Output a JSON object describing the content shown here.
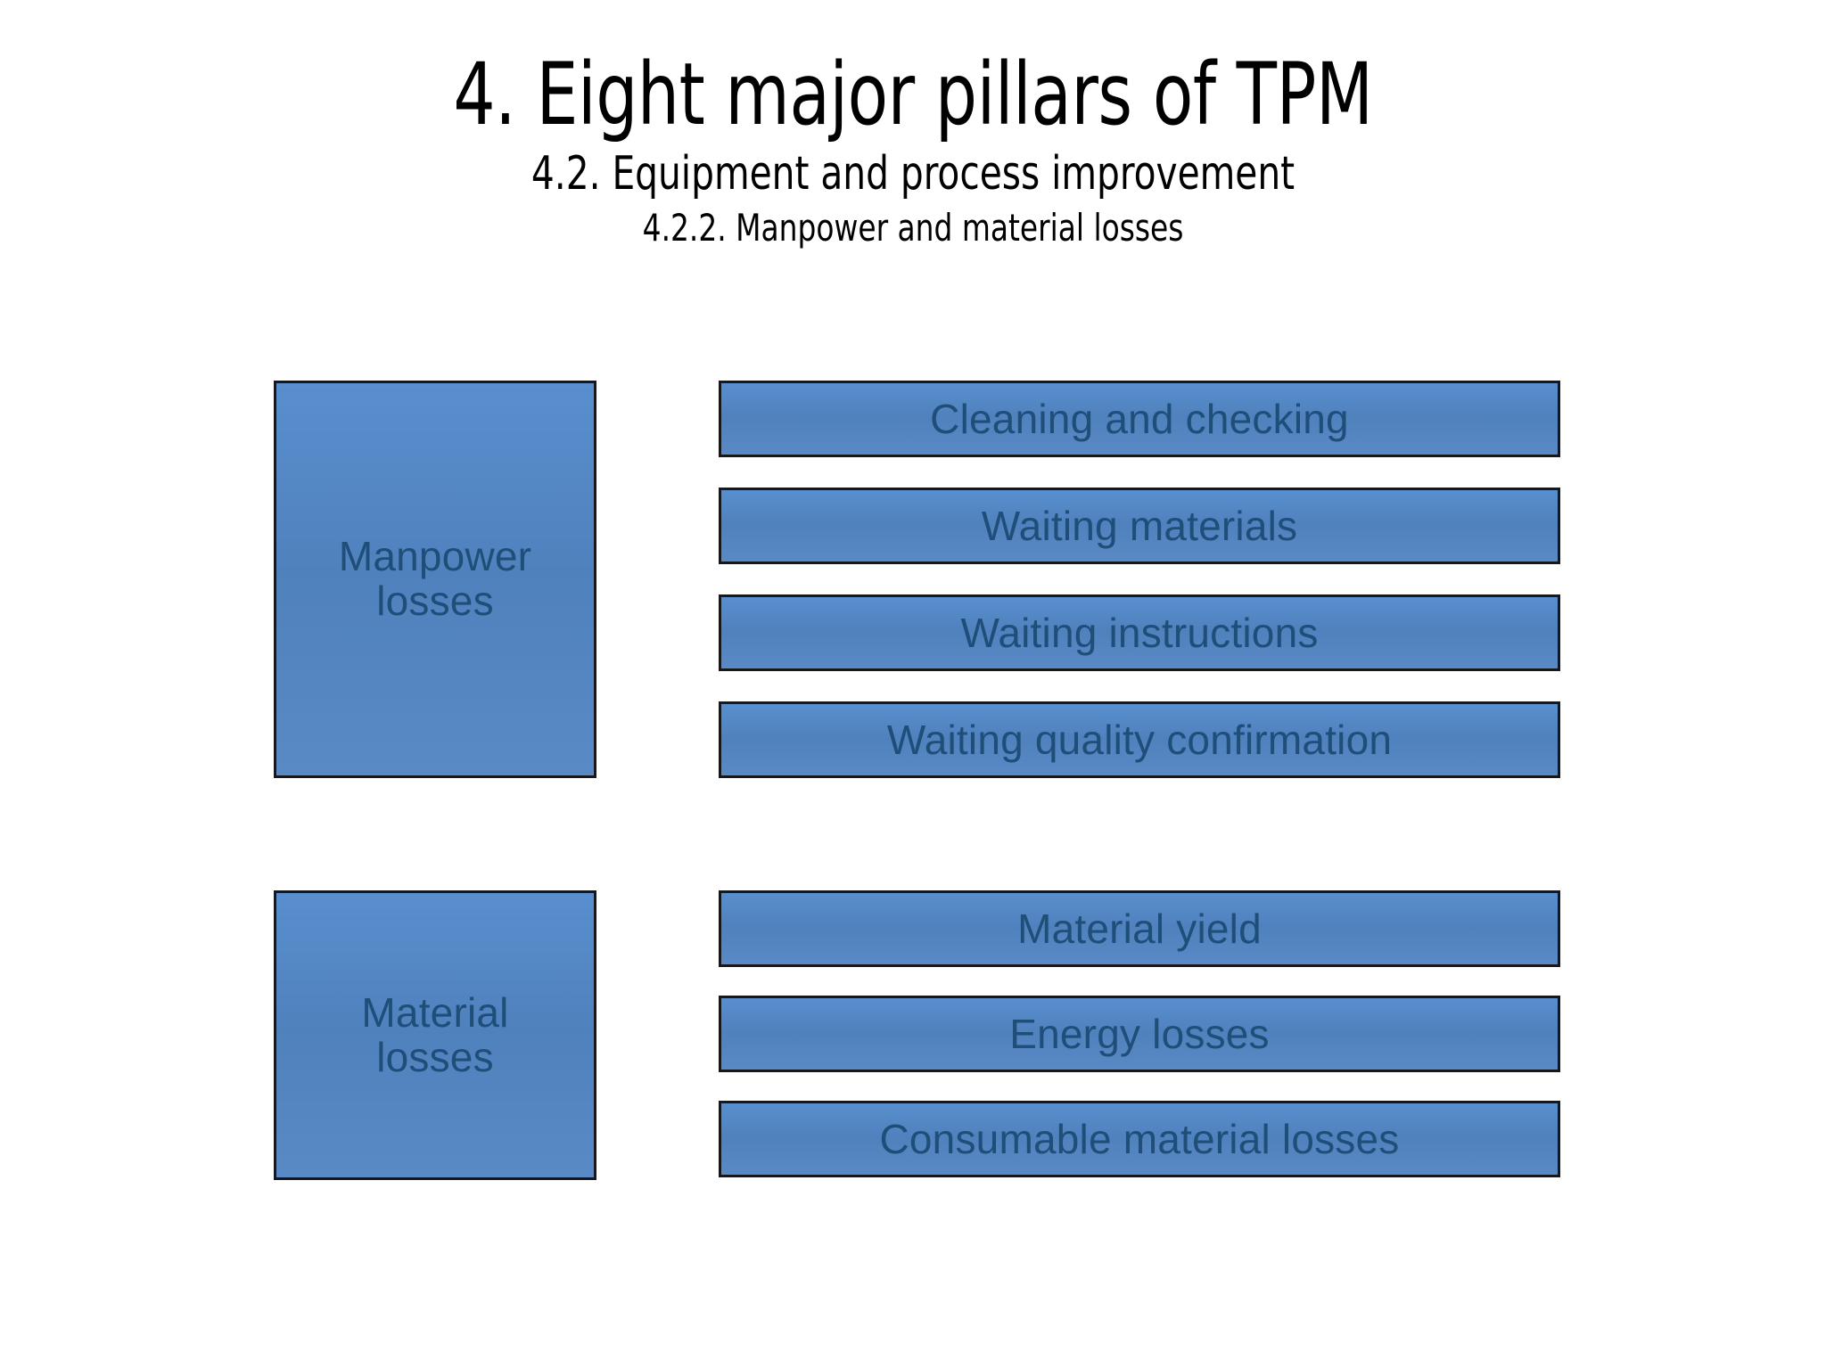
{
  "slide": {
    "background_color": "#ffffff",
    "shape_fill_color": "#4f81bd",
    "shape_border_color": "#17181c",
    "shape_text_color": "#1f4e79",
    "heading_text_color": "#000000"
  },
  "heading": {
    "title": "4. Eight major pillars of TPM",
    "subtitle_1": "4.2. Equipment and process improvement",
    "subtitle_2": "4.2.2. Manpower and material losses"
  },
  "diagram": {
    "groups": [
      {
        "id": "manpower",
        "label_line_1": "Manpower",
        "label_line_2": "losses",
        "items": [
          {
            "label": "Cleaning and checking"
          },
          {
            "label": "Waiting materials"
          },
          {
            "label": "Waiting instructions"
          },
          {
            "label": "Waiting quality confirmation"
          }
        ]
      },
      {
        "id": "material",
        "label_line_1": "Material",
        "label_line_2": "losses",
        "items": [
          {
            "label": "Material yield"
          },
          {
            "label": "Energy losses"
          },
          {
            "label": "Consumable material losses"
          }
        ]
      }
    ]
  }
}
